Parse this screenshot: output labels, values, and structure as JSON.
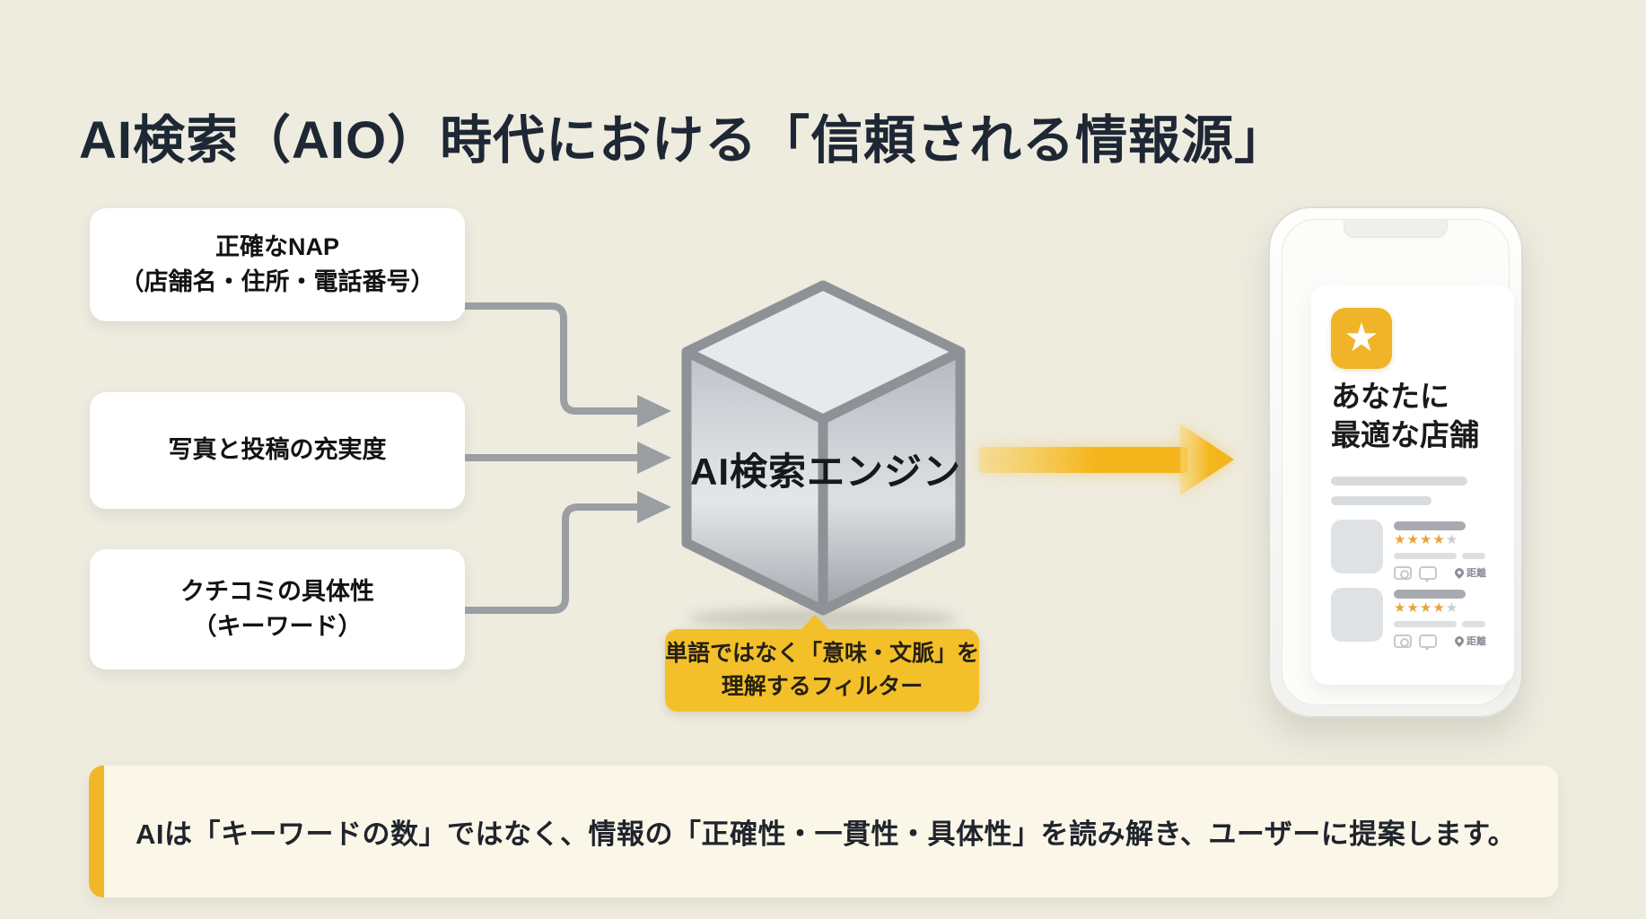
{
  "title": "AI検索（AIO）時代における「信頼される情報源」",
  "sources": [
    {
      "line1": "正確なNAP",
      "line2": "（店舗名・住所・電話番号）"
    },
    {
      "line1": "写真と投稿の充実度",
      "line2": ""
    },
    {
      "line1": "クチコミの具体性",
      "line2": "（キーワード）"
    }
  ],
  "engine": {
    "label": "AI検索エンジン",
    "tooltip": {
      "line1": "単語ではなく「意味・文脈」を",
      "line2": "理解するフィルター"
    }
  },
  "phone": {
    "app_icon_glyph": "★",
    "headline": {
      "line1": "あなたに",
      "line2": "最適な店舗"
    },
    "results": [
      {
        "stars_filled": "★★★★",
        "star_empty": "★",
        "distance_label": "距離"
      },
      {
        "stars_filled": "★★★★",
        "star_empty": "★",
        "distance_label": "距離"
      }
    ]
  },
  "footer": {
    "text": "AIは「キーワードの数」ではなく、情報の「正確性・一貫性・具体性」を読み解き、ユーザーに提案します。"
  },
  "colors": {
    "background": "#EEEBDF",
    "accent_yellow": "#F2B629",
    "tooltip_yellow": "#F4C02A",
    "arrow_yellow": "#F5B51C",
    "connector_gray": "#9B9EA2",
    "cube_gray": "#C4C8CD",
    "title_dark": "#1E2734",
    "star_gold": "#E8A33C"
  }
}
